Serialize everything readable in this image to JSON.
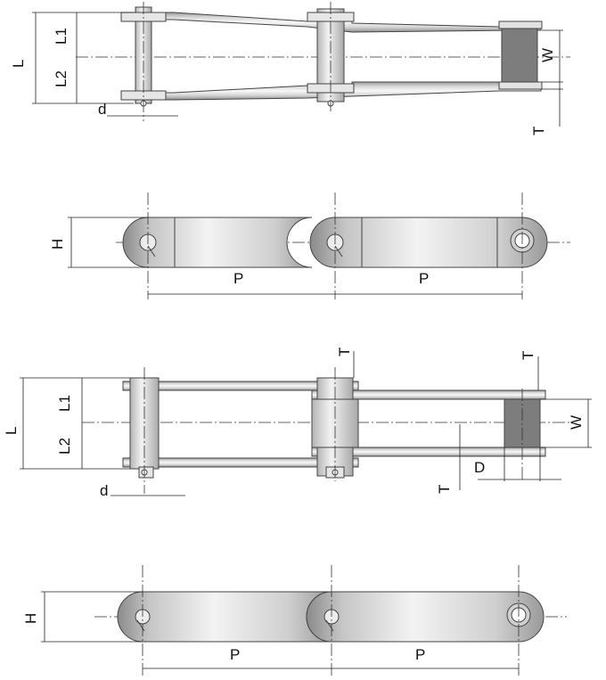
{
  "views": {
    "offset_top": {
      "labels": {
        "L": "L",
        "L1": "L1",
        "L2": "L2",
        "d": "d",
        "W": "W",
        "T": "T"
      }
    },
    "offset_side": {
      "labels": {
        "H": "H",
        "P_left": "P",
        "P_right": "P"
      }
    },
    "straight_top": {
      "labels": {
        "L": "L",
        "L1": "L1",
        "L2": "L2",
        "d": "d",
        "W": "W",
        "T_top_mid": "T",
        "T_top_right": "T",
        "T_bottom": "T",
        "D": "D"
      }
    },
    "straight_side": {
      "labels": {
        "H": "H",
        "P_left": "P",
        "P_right": "P"
      }
    }
  },
  "colors": {
    "plate_light": "#f4f4f4",
    "plate_mid": "#c9c9c9",
    "plate_dark": "#8c8c8c",
    "bushing": "#7d7d7d",
    "line": "#222222"
  }
}
